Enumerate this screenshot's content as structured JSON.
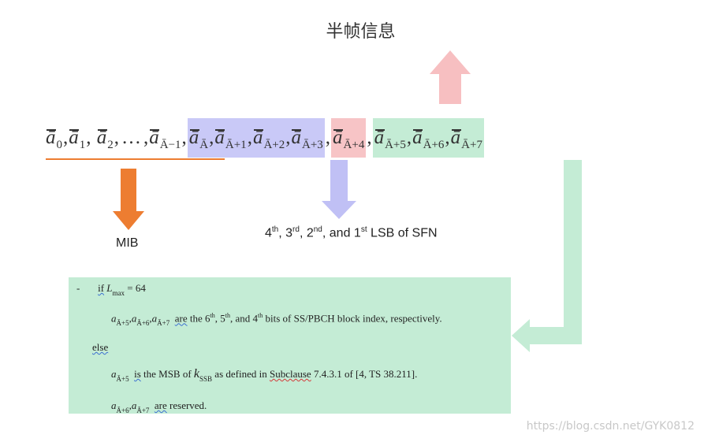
{
  "title": "半帧信息",
  "bits": {
    "mib_prefix": "ā",
    "seg_mib": [
      "0",
      "1",
      "2",
      "Ā−1"
    ],
    "seg_sfn": [
      "Ā",
      "Ā+1",
      "Ā+2",
      "Ā+3"
    ],
    "seg_half": [
      "Ā+4"
    ],
    "seg_ssb": [
      "Ā+5",
      "Ā+6",
      "Ā+7"
    ]
  },
  "labels": {
    "mib": "MIB",
    "sfn": "4th, 3rd, 2nd, and 1st LSB of SFN"
  },
  "box": {
    "bullet": "-",
    "if": "if",
    "lmax_sym": "L",
    "lmax_sub": "max",
    "lmax_eq": "= 64",
    "are": "are",
    "line2_rest": "the 6th, 5th, and 4th bits of SS/PBCH block index, respectively.",
    "else": "else",
    "is": "is",
    "line4_a": "the MSB of",
    "kssb_sym": "k",
    "kssb_sub": "SSB",
    "line4_b": "as defined in",
    "subclause": "Subclause",
    "line4_c": "7.4.3.1 of [4, TS 38.211].",
    "line5_rest": "reserved."
  },
  "watermark": "https://blog.csdn.net/GYK0812",
  "colors": {
    "mib_arrow": "#ed7d31",
    "sfn_seg": "#c9c9f7",
    "sfn_arrow": "#c0c0f5",
    "half_seg": "#f7c4c6",
    "half_arrow": "#f7bfc1",
    "ssb_seg": "#c4ecd5",
    "ssb_arrow": "#c4ecd5"
  }
}
